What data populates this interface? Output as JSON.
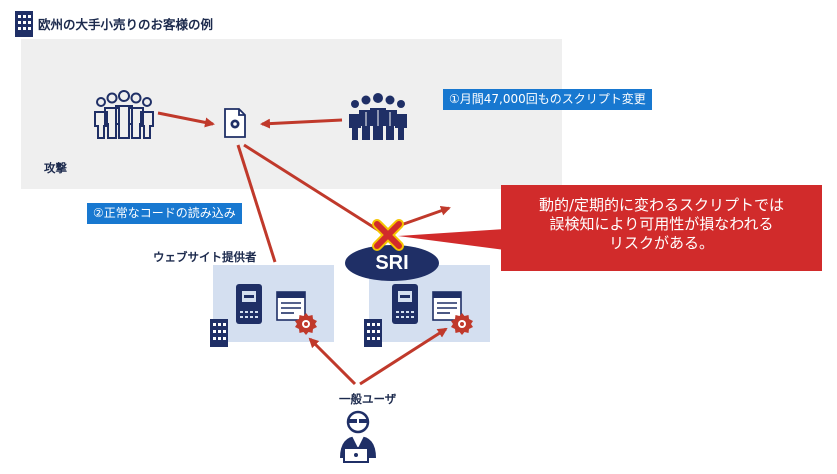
{
  "title": "欧州の大手小売りのお客様の例",
  "attack_label": "攻撃",
  "label_1": "①月間47,000回ものスクリプト変更",
  "label_2": "②正常なコードの読み込み",
  "provider_label": "ウェブサイト提供者",
  "sri_label": "SRI",
  "warning": {
    "line1": "動的/定期的に変わるスクリプトでは",
    "line2": "誤検知により可用性が損なわれる",
    "line3": "リスクがある。"
  },
  "user_label": "一般ユーザ",
  "colors": {
    "navy": "#1f2f66",
    "arrow_red": "#c0392b",
    "label_blue": "#1878d0",
    "warning_red": "#d12b2b",
    "panel_gray": "#efefef",
    "site_box": "#d4dff0"
  },
  "icons": [
    "building-icon",
    "people-group-icon",
    "config-file-icon",
    "server-icon",
    "web-page-icon",
    "malware-icon",
    "cross-mark-icon",
    "hacker-user-icon"
  ]
}
